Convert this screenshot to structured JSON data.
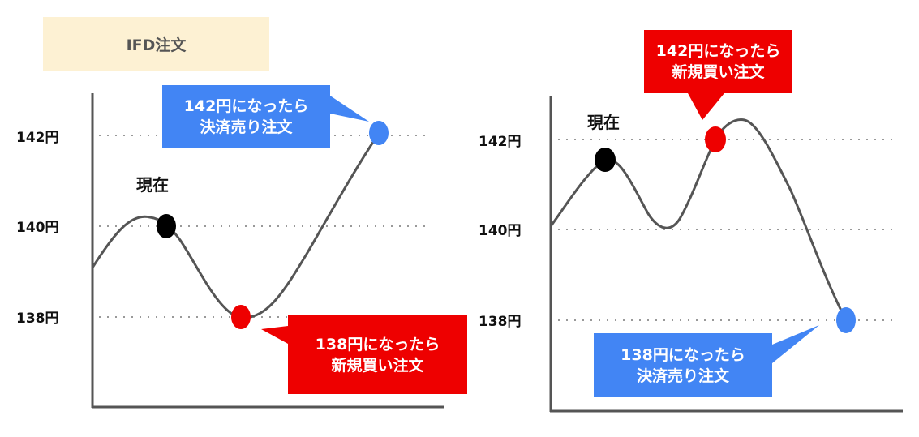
{
  "title": "IFD注文",
  "colors": {
    "title_bg": "#fdf1d3",
    "buy": "#ee0000",
    "sell": "#4285f4",
    "current": "#000000",
    "line": "#555555",
    "grid": "#999999"
  },
  "left_panel": {
    "y_labels": [
      "142円",
      "140円",
      "138円"
    ],
    "current_label": "現在",
    "sell_callout": {
      "line1": "142円になったら",
      "line2": "決済売り注文"
    },
    "buy_callout": {
      "line1": "138円になったら",
      "line2": "新規買い注文"
    }
  },
  "right_panel": {
    "y_labels": [
      "142円",
      "140円",
      "138円"
    ],
    "current_label": "現在",
    "buy_callout": {
      "line1": "142円になったら",
      "line2": "新規買い注文"
    },
    "sell_callout": {
      "line1": "138円になったら",
      "line2": "決済売り注文"
    }
  }
}
